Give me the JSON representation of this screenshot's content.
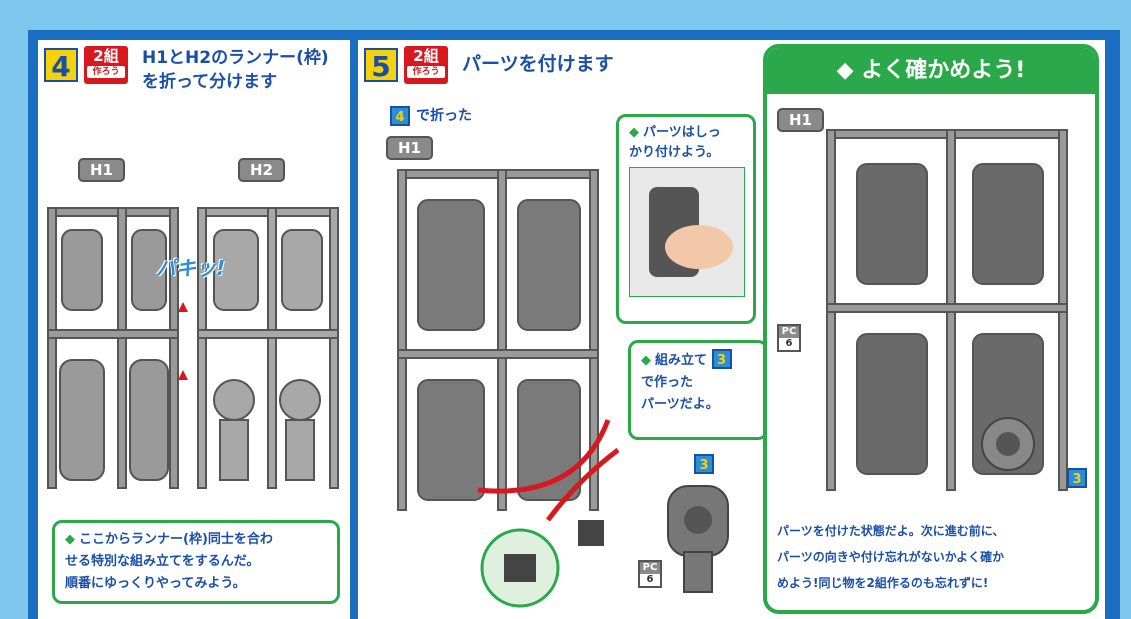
{
  "step4": {
    "number": "4",
    "count_top": "2組",
    "count_bottom": "作ろう",
    "title_line1": "H1とH2のランナー(枠)",
    "title_line2": "を折って分けます",
    "runner_left": "H1",
    "runner_right": "H2",
    "snap_text": "パキッ!",
    "note_line1": "ここからランナー(枠)同士を合わ",
    "note_line2": "せる特別な組み立てをするんだ。",
    "note_line3": "順番にゆっくりやってみよう。"
  },
  "step5": {
    "number": "5",
    "count_top": "2組",
    "count_bottom": "作ろう",
    "title": "パーツを付けます",
    "ref_num": "4",
    "ref_text": "で折った",
    "runner_label": "H1",
    "tip1_line1": "パーツはしっ",
    "tip1_line2": "かり付けよう。",
    "tip2_line1": "組み立て",
    "tip2_num": "3",
    "tip2_line2": "で作った",
    "tip2_line3": "パーツだよ。",
    "part_num": "3",
    "pc_label": "PC",
    "pc_num": "6"
  },
  "check": {
    "heading": "よく確かめよう!",
    "runner_label": "H1",
    "pc_label": "PC",
    "pc_num": "6",
    "part_num": "3",
    "text_line1": "パーツを付けた状態だよ。次に進む前に、",
    "text_line2": "パーツの向きや付け忘れがないかよく確か",
    "text_line3": "めよう!同じ物を2組作るのも忘れずに!"
  },
  "colors": {
    "frame_blue": "#1a6fc2",
    "sky": "#7ec8ee",
    "accent_red": "#d7191f",
    "accent_green": "#2aa84a",
    "step_yellow": "#f5d20a"
  }
}
